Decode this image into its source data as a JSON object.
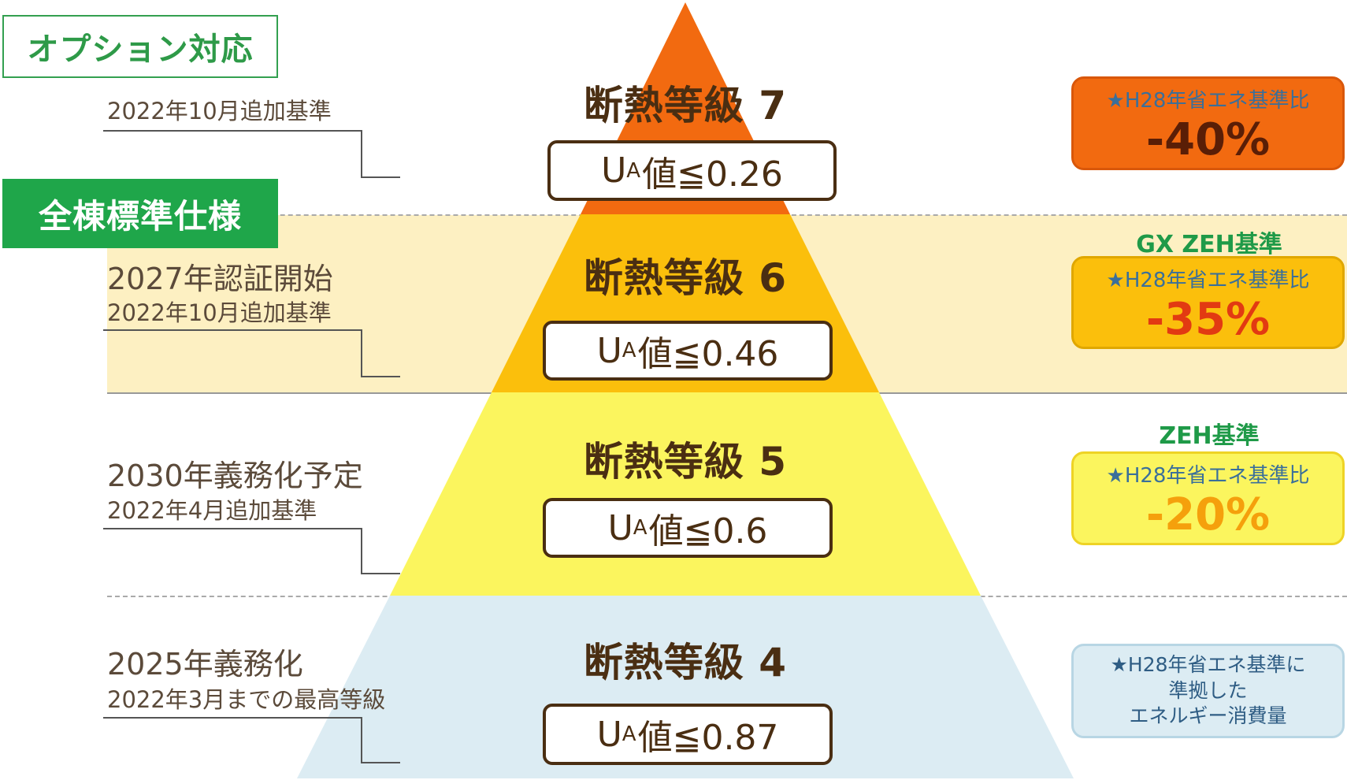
{
  "tags": {
    "option": "オプション対応",
    "standard": "全棟標準仕様"
  },
  "left_notes": {
    "g7": {
      "sub": "2022年10月追加基準"
    },
    "g6": {
      "main": "2027年認証開始",
      "sub": "2022年10月追加基準"
    },
    "g5": {
      "main": "2030年義務化予定",
      "sub": "2022年4月追加基準"
    },
    "g4": {
      "main": "2025年義務化",
      "sub": "2022年3月までの最高等級"
    }
  },
  "grades": [
    {
      "title": "断熱等級 7",
      "ua_prefix": "U",
      "ua_sub": "A",
      "ua_rest": "値≦0.26"
    },
    {
      "title": "断熱等級 6",
      "ua_prefix": "U",
      "ua_sub": "A",
      "ua_rest": "値≦0.46"
    },
    {
      "title": "断熱等級 5",
      "ua_prefix": "U",
      "ua_sub": "A",
      "ua_rest": "値≦0.6"
    },
    {
      "title": "断熱等級 4",
      "ua_prefix": "U",
      "ua_sub": "A",
      "ua_rest": "値≦0.87"
    }
  ],
  "right": {
    "g7": {
      "cmp": "★H28年省エネ基準比",
      "pct": "-40%"
    },
    "g6": {
      "label": "GX ZEH基準",
      "cmp": "★H28年省エネ基準比",
      "pct": "-35%"
    },
    "g5": {
      "label": "ZEH基準",
      "cmp": "★H28年省エネ基準比",
      "pct": "-20%"
    },
    "g4": {
      "lines": [
        "★H28年省エネ基準に",
        "準拠した",
        "エネルギー消費量"
      ]
    }
  },
  "colors": {
    "grade7": "#f26a10",
    "grade6": "#fbbf0c",
    "grade5": "#fbf55e",
    "grade4": "#dcecf3",
    "band6": "#fdf0c2",
    "green": "#1fa64a",
    "brown": "#4a2e12"
  }
}
